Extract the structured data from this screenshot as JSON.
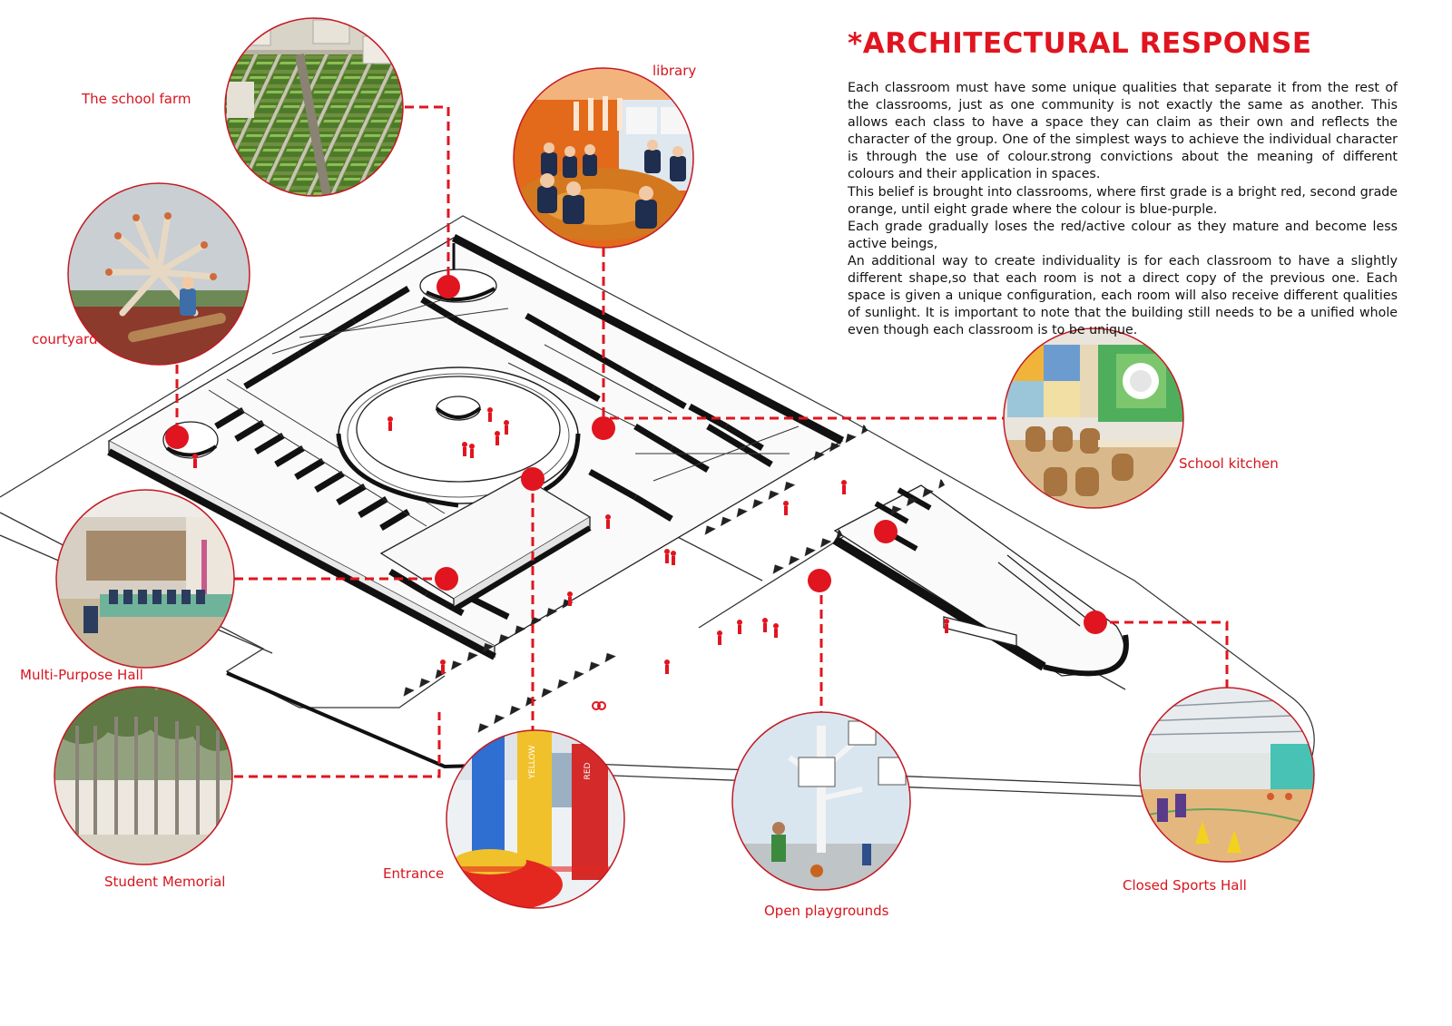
{
  "title": "*ARCHITECTURAL RESPONSE",
  "paragraphs": [
    "Each classroom must have some unique qualities that separate it from the rest of the classrooms, just as one community is not exactly the same as another. This allows each class to have a space they can claim as their own and reflects the character of the group. One of the simplest ways to achieve the individual character is through the use of colour.strong convictions about the meaning of different colours and their application in spaces.",
    "This belief is brought into classrooms, where first grade is a bright red, second grade orange, until eight grade where the colour is blue-purple.",
    "Each grade gradually loses the red/active colour as they mature and become less active beings,",
    "An additional way to create individuality is for each classroom to have a slightly different shape,so that each room is not a direct copy of the previous one. Each space is given a unique configuration, each room will also receive different qualities of sunlight. It is important to note that the building still needs to be a unified whole even though each classroom is to be unique."
  ],
  "labels": {
    "school_farm": "The school farm",
    "library": "library",
    "courtyard": "courtyard",
    "school_kitchen": "School kitchen",
    "multi_purpose_hall": "Multi-Purpose Hall",
    "student_memorial": "Student Memorial",
    "entrance": "Entrance",
    "open_playgrounds": "Open playgrounds",
    "closed_sports_hall": "Closed Sports Hall"
  },
  "entrance_photo": {
    "column_texts": [
      "YELLOW",
      "RED"
    ]
  },
  "colors": {
    "accent_red": "#e0151f",
    "leader_line": "#e0151f",
    "wall_dark": "#1f1f1f"
  }
}
